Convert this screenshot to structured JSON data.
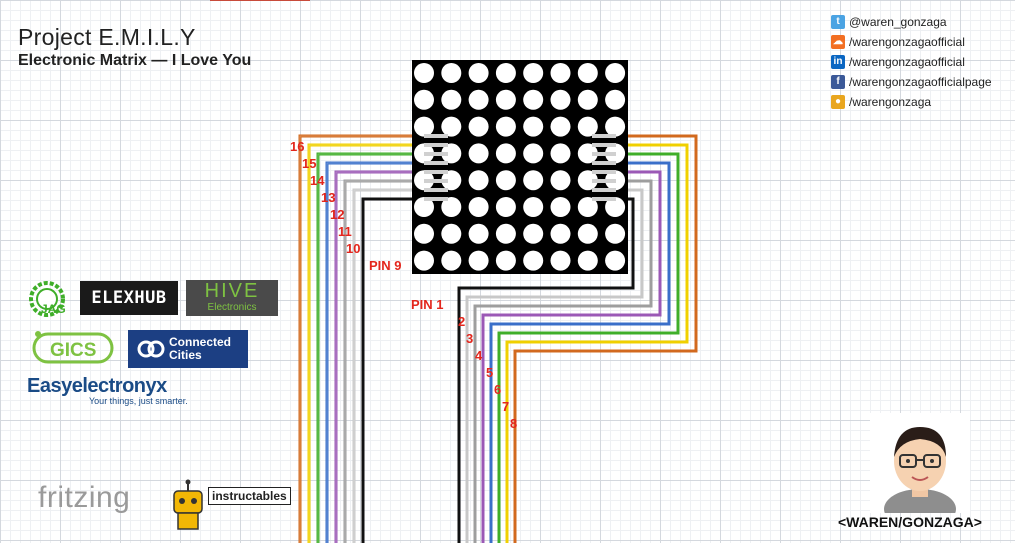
{
  "header": {
    "title": "Project E.M.I.L.Y",
    "subtitle": "Electronic Matrix — I Love You"
  },
  "social": [
    {
      "icon": "twitter-icon",
      "text": "@waren_gonzaga",
      "color": "#4ba3e3"
    },
    {
      "icon": "soundcloud-icon",
      "text": "/warengonzagaofficial",
      "color": "#f26f23"
    },
    {
      "icon": "linkedin-icon",
      "text": "/warengonzagaofficial",
      "color": "#0a66c2"
    },
    {
      "icon": "facebook-icon",
      "text": "/warengonzagaofficialpage",
      "color": "#3b5998"
    },
    {
      "icon": "instructables-icon",
      "text": "/warengonzaga",
      "color": "#e9a61f"
    }
  ],
  "matrix": {
    "rows": 8,
    "cols": 8,
    "color": "#000000",
    "led_color": "#ffffff"
  },
  "pins": {
    "left": [
      "16",
      "15",
      "14",
      "13",
      "12",
      "11",
      "10",
      "PIN 9"
    ],
    "right": [
      "PIN 1",
      "2",
      "3",
      "4",
      "5",
      "6",
      "7",
      "8"
    ]
  },
  "wire_colors": [
    "#d2691e",
    "#f0d000",
    "#3fae29",
    "#3a6fc9",
    "#9b59b6",
    "#9e9e9e",
    "#c8c8c8",
    "#111111"
  ],
  "logos": {
    "jag": "JAG",
    "elexhub": "ELEXHUB",
    "hive_big": "HIVE",
    "hive_small": "Electronics",
    "gics": "GICS",
    "connected_cities_1": "Connected",
    "connected_cities_2": "Cities",
    "easyelectronyx": "Easyelectronyx",
    "easyelectronyx_tag": "Your things, just smarter.",
    "fritzing": "fritzing",
    "instructables": "instructables"
  },
  "brand": "<WAREN/GONZAGA>"
}
